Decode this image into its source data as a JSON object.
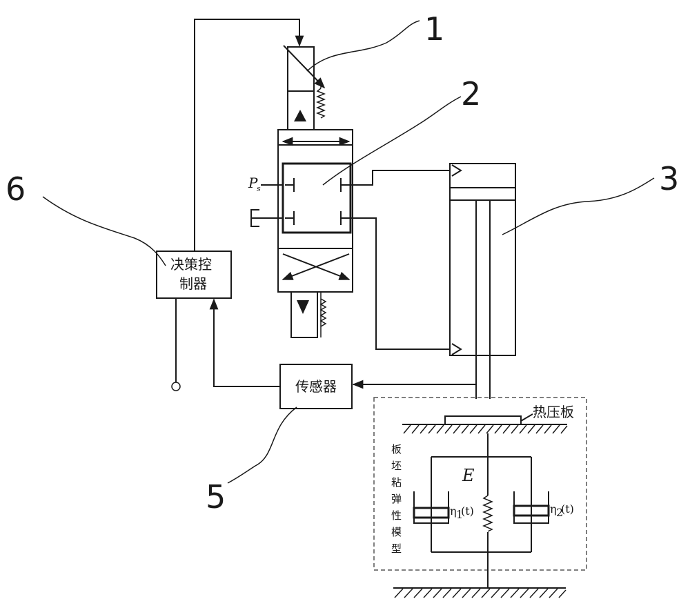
{
  "callouts": [
    "1",
    "2",
    "3",
    "5",
    "6"
  ],
  "labels": {
    "controller_line1": "决策控",
    "controller_line2": "制器",
    "sensor": "传感器",
    "hot_platen": "热压板",
    "pressure_symbol": "P",
    "pressure_subscript": "s",
    "spring_symbol": "E",
    "damper1_symbol": "η",
    "damper1_subscript": "1",
    "damper1_arg": "(t)",
    "damper2_symbol": "η",
    "damper2_subscript": "2",
    "damper2_arg": "(t)"
  },
  "model_label_chars": [
    "板",
    "坯",
    "粘",
    "弹",
    "性",
    "模",
    "型"
  ]
}
